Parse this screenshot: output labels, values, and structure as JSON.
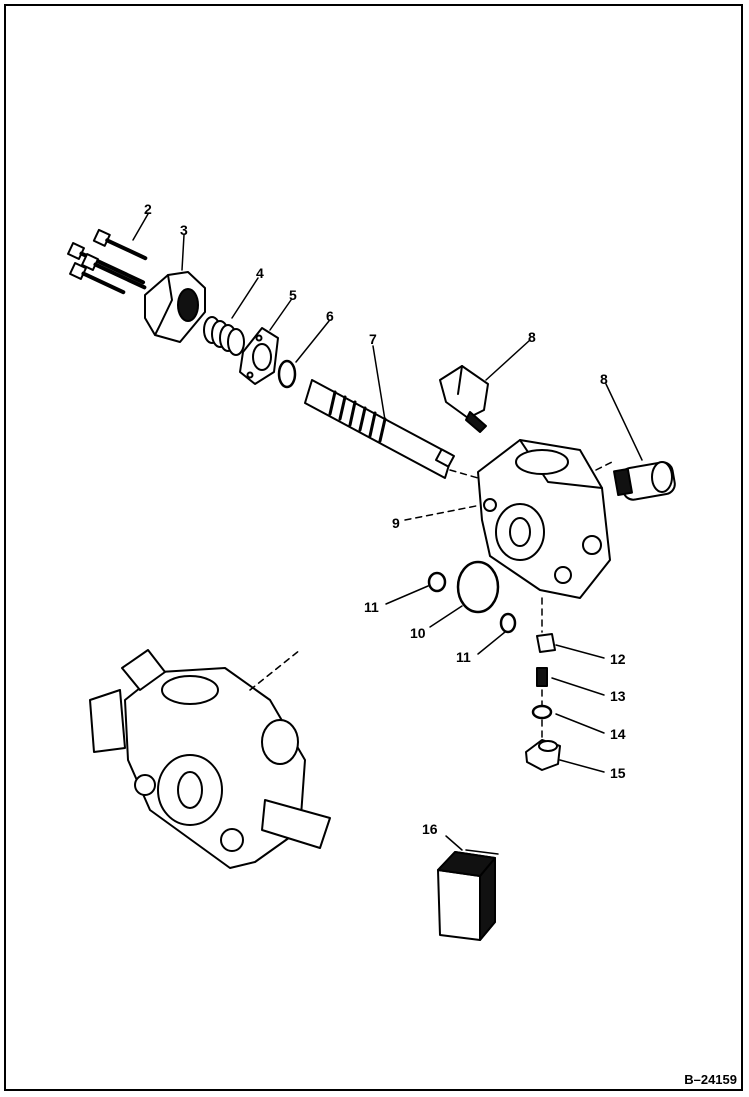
{
  "figure_id": "B–24159",
  "callouts": [
    "2",
    "3",
    "4",
    "5",
    "6",
    "7",
    "8",
    "8",
    "9",
    "10",
    "11",
    "11",
    "12",
    "13",
    "14",
    "15",
    "16"
  ],
  "parts": {
    "2": "screw-icon",
    "3": "spring-cap-icon",
    "4": "spring-icon",
    "5": "flange-plate-icon",
    "6": "o-ring-icon",
    "7": "spool-icon",
    "8": "relief-valve-cartridge-icon",
    "9": "dowel-icon",
    "10": "o-ring-icon",
    "11": "o-ring-icon",
    "12": "poppet-icon",
    "13": "spring-icon",
    "14": "o-ring-icon",
    "15": "plug-icon",
    "16": "seal-kit-icon"
  },
  "colors": {
    "line": "#000000",
    "background": "#ffffff",
    "shade": "#111111"
  }
}
